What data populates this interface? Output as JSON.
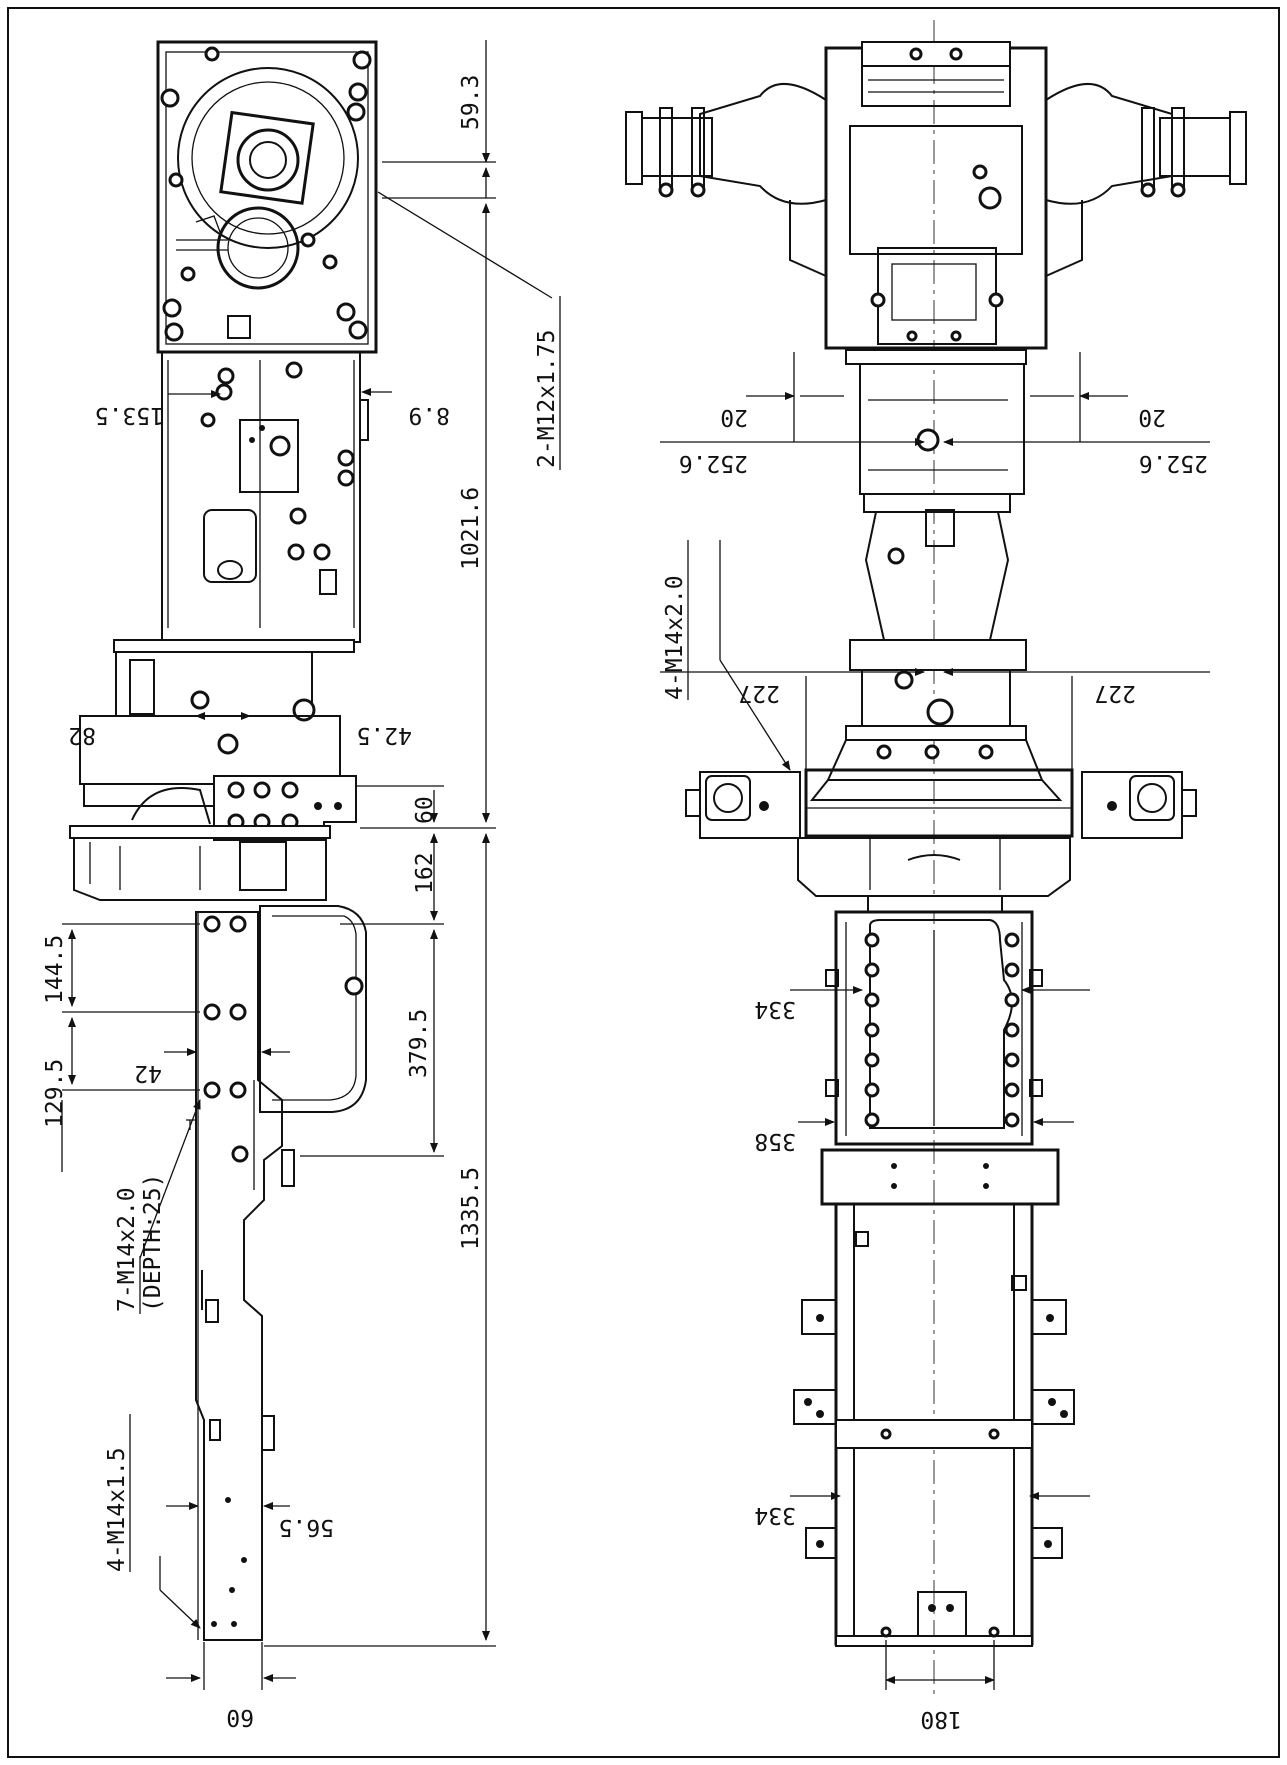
{
  "drawing": {
    "frame_color": "#111111",
    "left_view": {
      "dims": {
        "d59_3": "59.3",
        "d1021_6": "1021.6",
        "d153_5": "153.5",
        "d8_9": "8.9",
        "d82": "82",
        "d42_5": "42.5",
        "d60_right": "60",
        "d162": "162",
        "d144_5": "144.5",
        "d379_5": "379.5",
        "d42": "42",
        "d129_5": "129.5",
        "d1335_5": "1335.5",
        "d56_5": "56.5",
        "d60_bottom": "60"
      },
      "callouts": {
        "top_thread": "2-M12x1.75",
        "mid_thread": "7-M14x2.0",
        "mid_depth": "(DEPTH:25)",
        "bottom_thread": "4-M14x1.5"
      }
    },
    "right_view": {
      "dims": {
        "d20_left": "20",
        "d20_right": "20",
        "d252_6_left": "252.6",
        "d252_6_right": "252.6",
        "d227_left": "227",
        "d227_right": "227",
        "d334_top": "334",
        "d358": "358",
        "d334_bottom": "334",
        "d180": "180"
      },
      "callouts": {
        "thread": "4-M14x2.0"
      }
    }
  }
}
